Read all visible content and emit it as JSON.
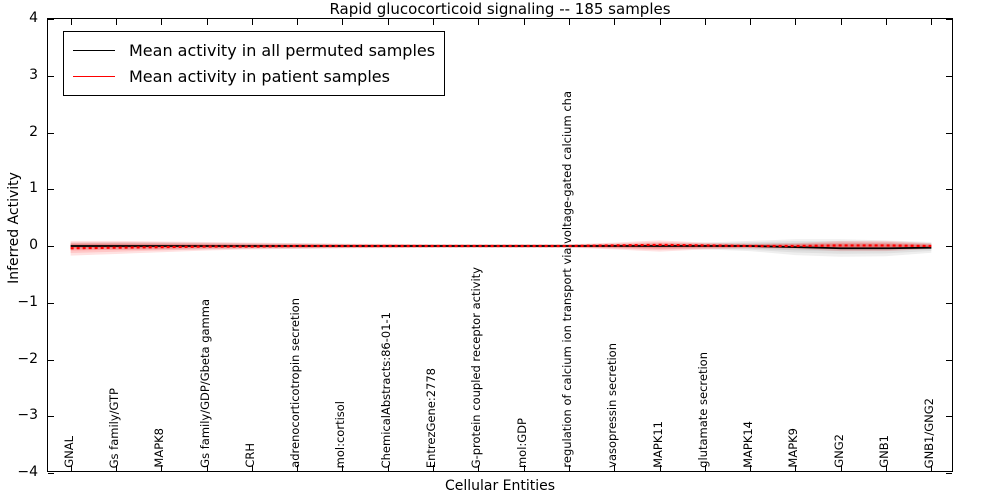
{
  "chart_data": {
    "type": "line",
    "title": "Rapid glucocorticoid signaling -- 185 samples",
    "xlabel": "Cellular Entities",
    "ylabel": "Inferred Activity",
    "ylim": [
      -4,
      4
    ],
    "yticks": [
      -4,
      -3,
      -2,
      -1,
      0,
      1,
      2,
      3,
      4
    ],
    "ytick_labels": [
      "−4",
      "−3",
      "−2",
      "−1",
      "0",
      "1",
      "2",
      "3",
      "4"
    ],
    "grid": false,
    "legend_position": "upper left",
    "categories": [
      "GNAL",
      "Gs family/GTP",
      "MAPK8",
      "Gs family/GDP/Gbeta gamma",
      "CRH",
      "adrenocorticotropin secretion",
      "mol:cortisol",
      "ChemicalAbstracts:86-01-1",
      "EntrezGene:2778",
      "G-protein coupled receptor activity",
      "mol:GDP",
      "regulation of calcium ion transport via voltage-gated calcium cha",
      "vasopressin secretion",
      "MAPK11",
      "glutamate secretion",
      "MAPK14",
      "MAPK9",
      "GNG2",
      "GNB1",
      "GNB1/GNG2"
    ],
    "series": [
      {
        "name": "Mean activity in all permuted samples",
        "color": "#000000",
        "style": "solid",
        "band_color": "#999999",
        "values": [
          0.0,
          0.0,
          0.0,
          0.0,
          0.0,
          0.0,
          0.0,
          0.0,
          0.0,
          0.0,
          0.0,
          0.0,
          0.0,
          0.0,
          0.0,
          0.0,
          -0.02,
          -0.04,
          -0.04,
          -0.03
        ],
        "band_lower": [
          -0.06,
          -0.07,
          -0.07,
          -0.06,
          -0.05,
          -0.05,
          -0.04,
          -0.03,
          -0.03,
          -0.03,
          -0.03,
          -0.03,
          -0.04,
          -0.05,
          -0.06,
          -0.09,
          -0.16,
          -0.19,
          -0.18,
          -0.12
        ],
        "band_upper": [
          0.06,
          0.07,
          0.07,
          0.06,
          0.05,
          0.05,
          0.04,
          0.03,
          0.03,
          0.03,
          0.03,
          0.03,
          0.04,
          0.05,
          0.06,
          0.09,
          0.12,
          0.12,
          0.1,
          0.07
        ]
      },
      {
        "name": "Mean activity in patient samples",
        "color": "#ff0000",
        "style": "dotted",
        "band_color": "#ff4d4d",
        "values": [
          -0.04,
          -0.03,
          -0.02,
          -0.01,
          -0.01,
          0.0,
          0.0,
          0.0,
          0.0,
          0.0,
          0.0,
          0.0,
          0.01,
          0.02,
          0.01,
          0.0,
          0.0,
          0.01,
          0.01,
          0.0
        ],
        "band_lower": [
          -0.17,
          -0.14,
          -0.11,
          -0.08,
          -0.06,
          -0.05,
          -0.04,
          -0.04,
          -0.03,
          -0.03,
          -0.03,
          -0.03,
          -0.06,
          -0.1,
          -0.06,
          -0.04,
          -0.05,
          -0.09,
          -0.09,
          -0.05
        ],
        "band_upper": [
          0.09,
          0.09,
          0.08,
          0.07,
          0.06,
          0.05,
          0.04,
          0.04,
          0.03,
          0.03,
          0.03,
          0.03,
          0.06,
          0.1,
          0.06,
          0.04,
          0.05,
          0.09,
          0.09,
          0.05
        ]
      }
    ],
    "legend": [
      {
        "label": "Mean activity in all permuted samples",
        "color": "#000000",
        "style": "solid"
      },
      {
        "label": "Mean activity in patient samples",
        "color": "#ff0000",
        "style": "solid"
      }
    ]
  }
}
